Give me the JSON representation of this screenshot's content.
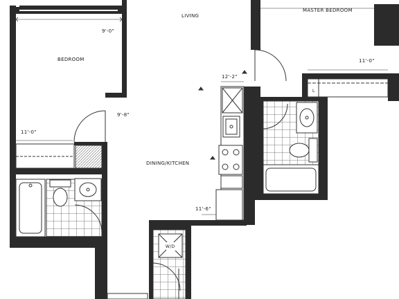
{
  "rooms": {
    "living": "LIVING",
    "master_bedroom": "MASTER BEDROOM",
    "bedroom": "BEDROOM",
    "dining_kitchen": "DINING/KITCHEN",
    "washer_dryer": "W/D",
    "linen": "L"
  },
  "dimensions": {
    "bedroom_width": "9'-0\"",
    "bedroom_depth": "11'-0\"",
    "living_width": "9'-8\"",
    "kitchen_length": "12'-2\"",
    "dining_width": "11'-6\"",
    "master_width": "11'-0\""
  },
  "colors": {
    "wall": "#2b2b2b",
    "line": "#333333",
    "tile": "#555555",
    "background": "#ffffff"
  }
}
